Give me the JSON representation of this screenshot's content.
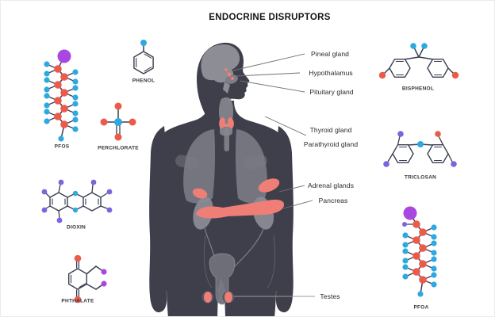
{
  "title": "ENDOCRINE DISRUPTORS",
  "gland_labels": {
    "pineal": "Pineal gland",
    "hypothalamus": "Hypothalamus",
    "pituitary": "Pituitary gland",
    "thyroid": "Thyroid gland",
    "parathyroid": "Parathyroid gland",
    "adrenal": "Adrenal glands",
    "pancreas": "Pancreas",
    "testes": "Testes"
  },
  "molecule_labels": {
    "pfos": "PFOS",
    "phenol": "PHENOL",
    "perchlorate": "PERCHLORATE",
    "dioxin": "DIOXIN",
    "phthalate": "PHTHALATE",
    "bisphenol": "BISPHENOL",
    "triclosan": "TRICLOSAN",
    "pfoa": "PFOA"
  },
  "colors": {
    "background": "#ffffff",
    "body_silhouette": "#3f3f4b",
    "organ_gray": "#83838e",
    "organ_pink": "#ee7e76",
    "atom_red": "#ec5a4a",
    "atom_blue": "#2ea9e0",
    "atom_violet": "#7d63de",
    "atom_magenta": "#a948e0",
    "bond": "#3a3f50",
    "leader_line": "#707076"
  }
}
